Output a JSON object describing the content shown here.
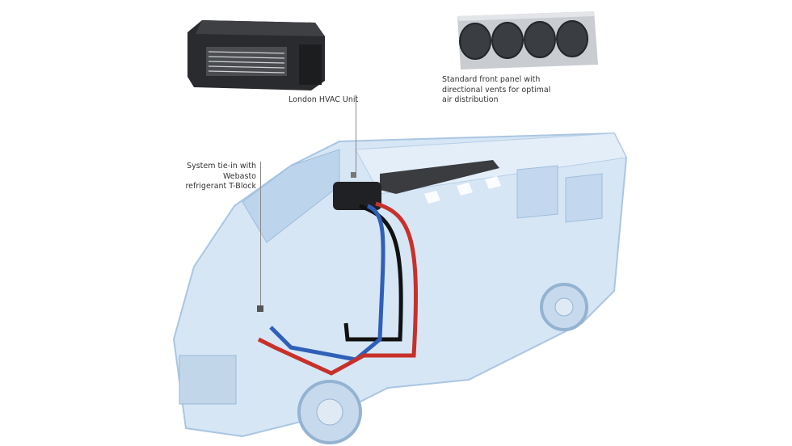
{
  "labels": {
    "hvac_unit": "London HVAC Unit",
    "front_panel": [
      "Standard front panel with",
      "directional vents for optimal",
      "air distribution"
    ],
    "tie_in": [
      "System tie-in with",
      "Webasto",
      "refrigerant T-Block"
    ]
  },
  "colors": {
    "hot_line": "#c8302a",
    "cold_line": "#2f5fb8",
    "drain_line": "#111111",
    "van_body": "#cfe0f2"
  }
}
